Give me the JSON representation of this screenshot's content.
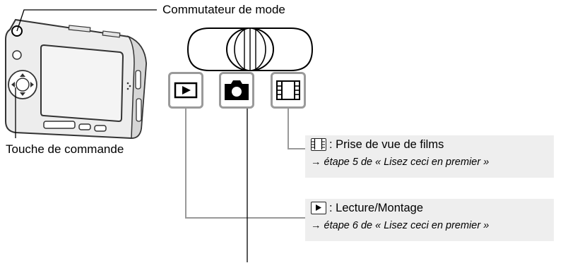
{
  "labels": {
    "mode_switch": "Commutateur de mode",
    "control_button": "Touche de commande"
  },
  "modes": [
    {
      "icon": "playback-icon",
      "name": "Lecture"
    },
    {
      "icon": "camera-icon",
      "name": "Appareil photo"
    },
    {
      "icon": "film-icon",
      "name": "Films"
    }
  ],
  "callouts": {
    "movie": {
      "icon": "film-icon",
      "title": ": Prise de vue de films",
      "arrow": "→",
      "ref": "étape 5 de « Lisez ceci en premier »"
    },
    "playback": {
      "icon": "playback-icon",
      "title": ": Lecture/Montage",
      "arrow": "→",
      "ref": "étape 6 de « Lisez ceci en premier »"
    }
  },
  "colors": {
    "tile_border": "#9a9a9a",
    "callout_bg": "#eeeeee",
    "leader": "#999999"
  }
}
